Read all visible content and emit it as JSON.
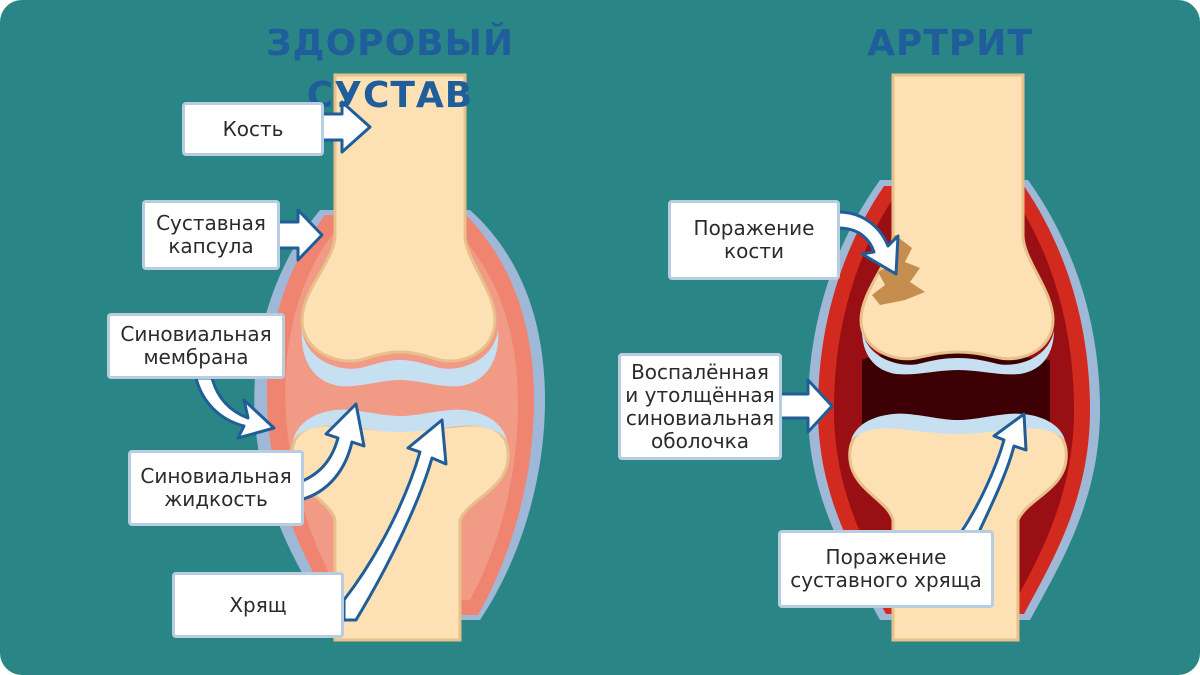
{
  "healthy": {
    "title": "ЗДОРОВЫЙ СУСТАВ",
    "labels": {
      "bone": "Кость",
      "capsule": "Суставная\nкапсула",
      "membrane": "Синовиальная\nмембрана",
      "fluid": "Синовиальная\nжидкость",
      "cartilage": "Хрящ"
    }
  },
  "arthritis": {
    "title": "АРТРИТ",
    "labels": {
      "bone_damage": "Поражение\nкости",
      "inflamed_membrane": "Воспалённая\nи утолщённая\nсиновиальная\nоболочка",
      "cartilage_damage": "Поражение\nсуставного хряща"
    }
  },
  "colors": {
    "background": "#2a8587",
    "bone": "#fde0b4",
    "capsule_healthy": "#ef8470",
    "capsule_inflamed": "#9a0f14",
    "joint_space_inflamed": "#3c0004",
    "cartilage": "#c6e0f2",
    "title": "#1f5e9a"
  }
}
